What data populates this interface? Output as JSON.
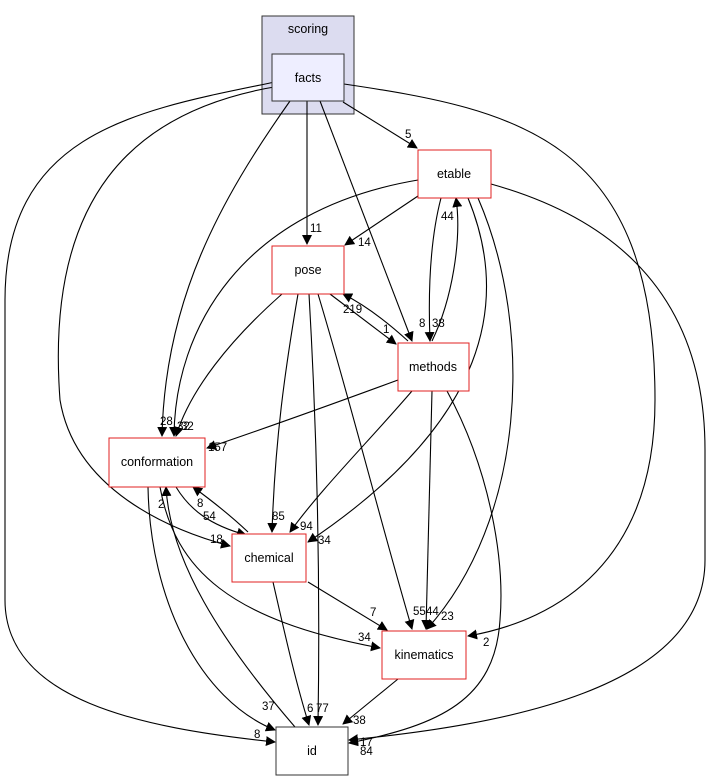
{
  "clusters": {
    "scoring": {
      "label": "scoring",
      "fill": "#dcdcf0",
      "stroke": "#333333"
    }
  },
  "nodes": {
    "facts": {
      "label": "facts",
      "fill": "#eeeeff",
      "stroke": "#333333"
    },
    "etable": {
      "label": "etable",
      "fill": "#ffffff",
      "stroke": "#e02020"
    },
    "pose": {
      "label": "pose",
      "fill": "#ffffff",
      "stroke": "#e02020"
    },
    "methods": {
      "label": "methods",
      "fill": "#ffffff",
      "stroke": "#e02020"
    },
    "conformation": {
      "label": "conformation",
      "fill": "#ffffff",
      "stroke": "#e02020"
    },
    "chemical": {
      "label": "chemical",
      "fill": "#ffffff",
      "stroke": "#e02020"
    },
    "kinematics": {
      "label": "kinematics",
      "fill": "#ffffff",
      "stroke": "#e02020"
    },
    "id": {
      "label": "id",
      "fill": "#ffffff",
      "stroke": "#333333"
    }
  },
  "edges": {
    "facts_etable": {
      "label": "5"
    },
    "facts_pose": {
      "label": "11"
    },
    "facts_methods": {
      "label": "8"
    },
    "facts_conformation": {
      "label": "28"
    },
    "facts_chemical": {
      "label": "18"
    },
    "facts_kinematics": {
      "label": "2"
    },
    "facts_id": {
      "label": "8"
    },
    "etable_pose": {
      "label": "14"
    },
    "etable_methods": {
      "label": "38"
    },
    "etable_conformation": {
      "label": "32"
    },
    "etable_chemical": {
      "label": "34"
    },
    "etable_kinematics": {
      "label": "23"
    },
    "etable_id": {
      "label": "17"
    },
    "pose_methods": {
      "label": "1"
    },
    "pose_conformation": {
      "label": "32"
    },
    "pose_chemical": {
      "label": "85"
    },
    "pose_kinematics": {
      "label": "55"
    },
    "pose_id": {
      "label": "77"
    },
    "methods_etable": {
      "label": "44"
    },
    "methods_pose": {
      "label": "219"
    },
    "methods_conformation": {
      "label": "157"
    },
    "methods_chemical": {
      "label": "94"
    },
    "methods_kinematics": {
      "label": "44"
    },
    "methods_id": {
      "label": "84"
    },
    "conformation_chemical": {
      "label": "8"
    },
    "conformation_kinematics": {
      "label": "34"
    },
    "conformation_id": {
      "label": "37"
    },
    "chemical_conformation": {
      "label": "54"
    },
    "chemical_kinematics": {
      "label": "7"
    },
    "chemical_id": {
      "label": "6"
    },
    "kinematics_id": {
      "label": "38"
    },
    "id_conformation": {
      "label": "2"
    }
  }
}
